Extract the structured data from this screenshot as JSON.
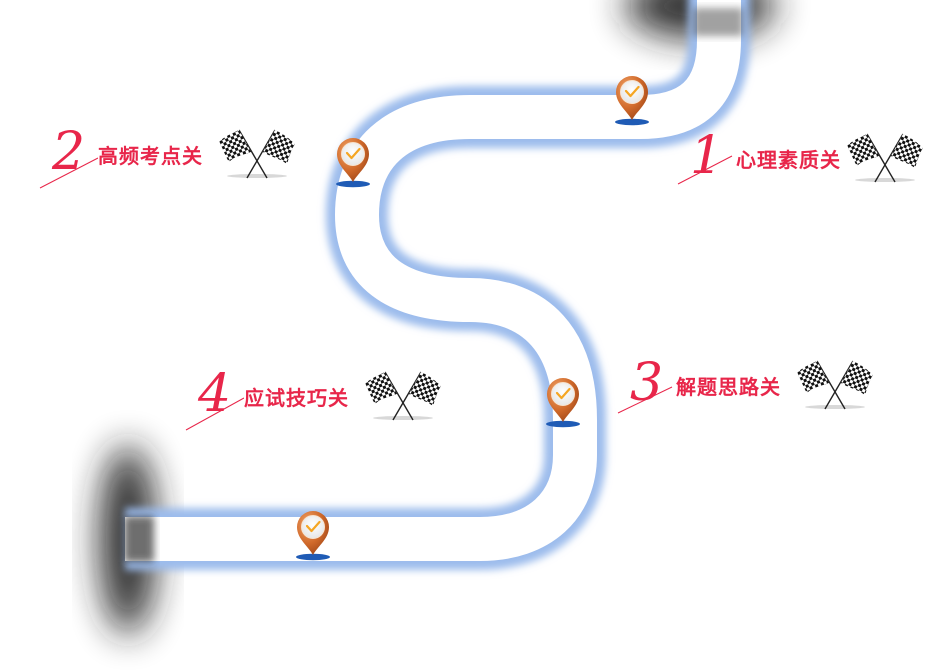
{
  "colors": {
    "accent": "#e8264a",
    "road_edge": "#a9c6ee",
    "pin": "#cf6a2a",
    "pin_shadow": "#1f5bb5",
    "check": "#f5a623"
  },
  "stages": [
    {
      "number": "1",
      "title": "心理素质关",
      "icon": "checkered-flags-icon"
    },
    {
      "number": "2",
      "title": "高频考点关",
      "icon": "checkered-flags-icon"
    },
    {
      "number": "3",
      "title": "解题思路关",
      "icon": "checkered-flags-icon"
    },
    {
      "number": "4",
      "title": "应试技巧关",
      "icon": "checkered-flags-icon"
    }
  ],
  "checkpoints": [
    {
      "status": "completed",
      "icon": "location-pin-check-icon"
    },
    {
      "status": "completed",
      "icon": "location-pin-check-icon"
    },
    {
      "status": "completed",
      "icon": "location-pin-check-icon"
    },
    {
      "status": "completed",
      "icon": "location-pin-check-icon"
    }
  ]
}
